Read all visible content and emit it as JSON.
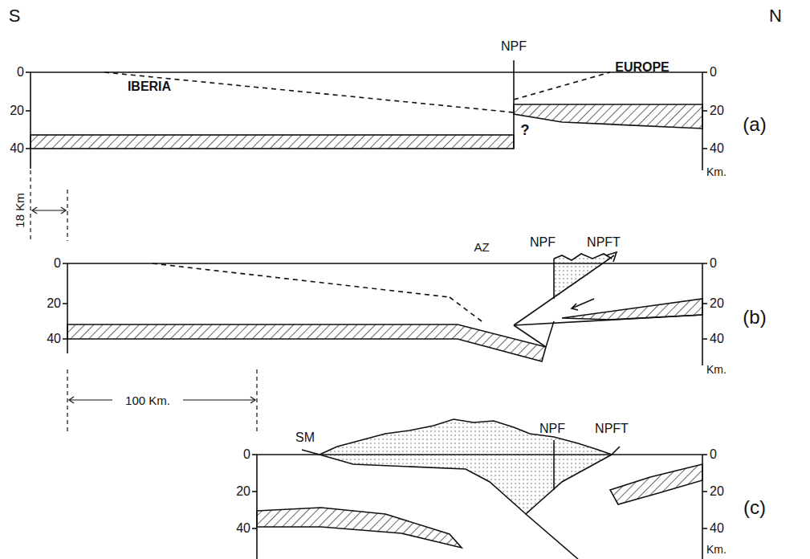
{
  "diagram": {
    "labels": [
      "S",
      "N",
      "NPF",
      "EUROPE",
      "IBERIA",
      "?",
      "(a)",
      "0",
      "20",
      "40",
      "0",
      "20",
      "40",
      "Km.",
      "18 Km",
      "AZ",
      "NPF",
      "NPFT",
      "(b)",
      "0",
      "20",
      "40",
      "0",
      "20",
      "40",
      "Km.",
      "100 Km.",
      "SM",
      "NPF",
      "NPFT",
      "(c)",
      "0",
      "20",
      "40",
      "0",
      "20",
      "40",
      "Km."
    ]
  }
}
